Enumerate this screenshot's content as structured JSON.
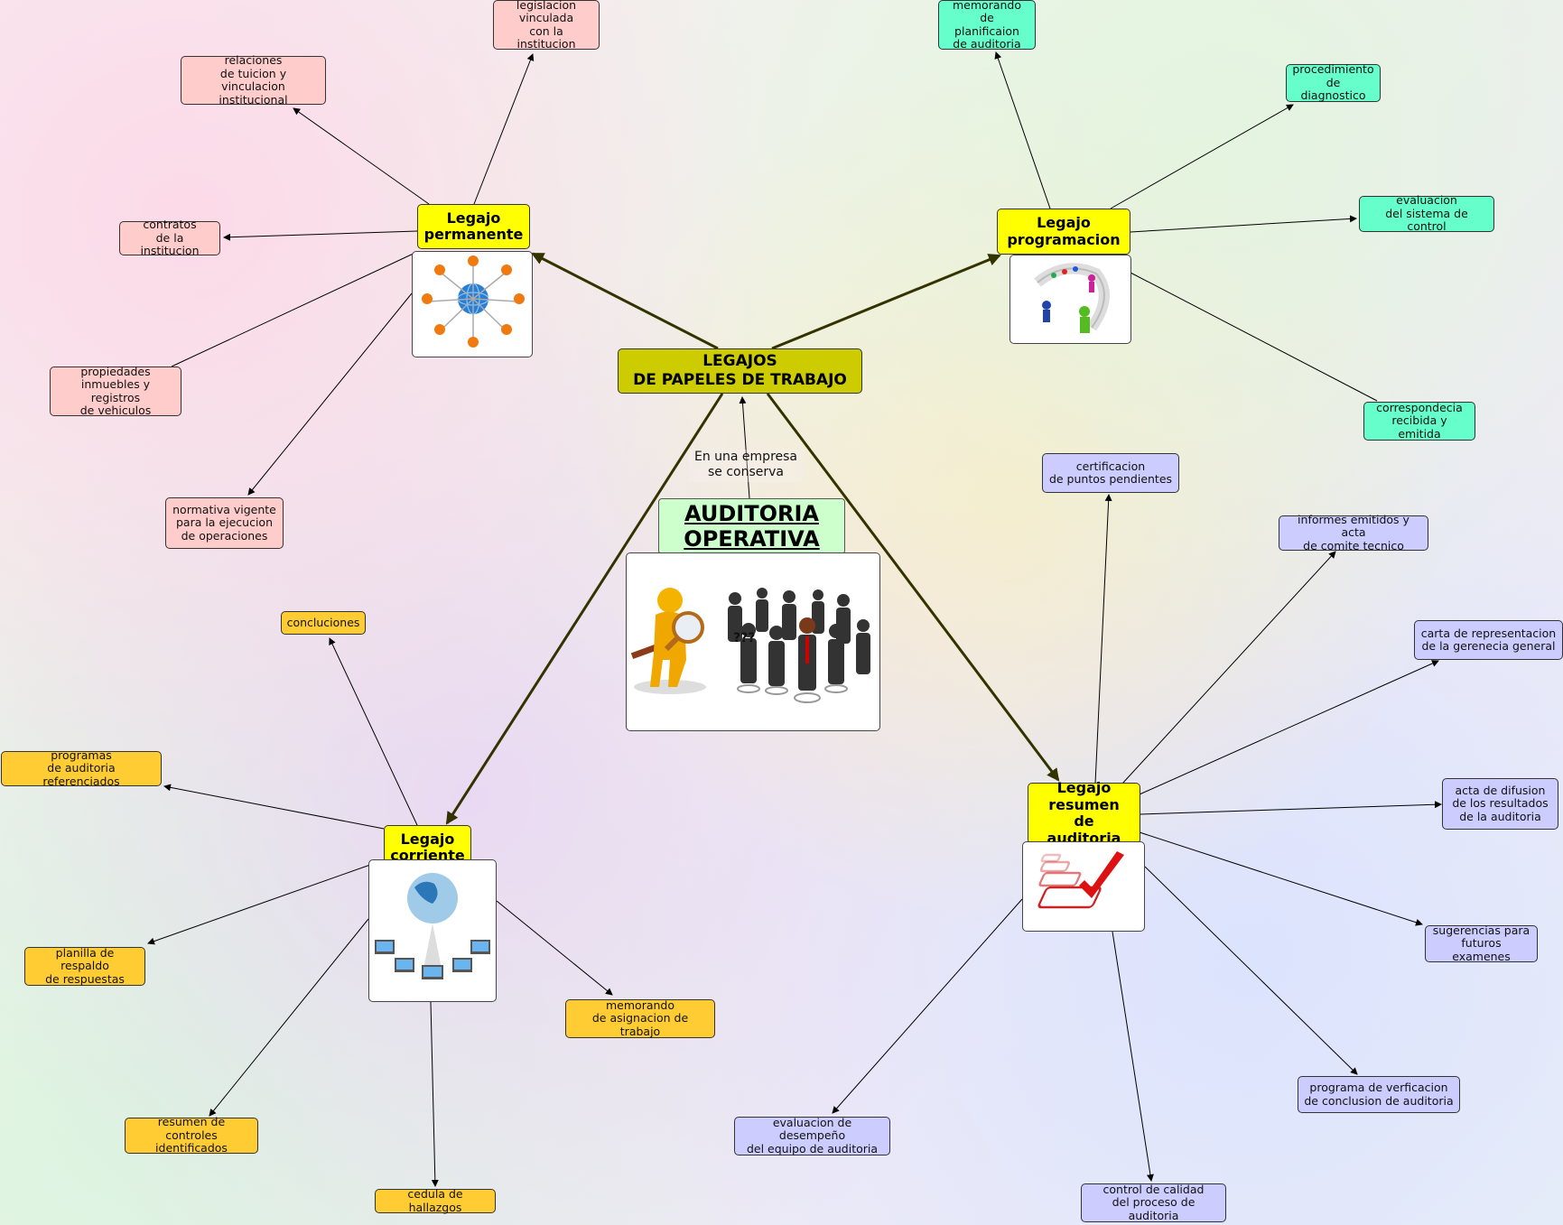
{
  "root": {
    "label": "LEGAJOS\nDE PAPELES DE TRABAJO"
  },
  "topic": {
    "label": "AUDITORIA \nOPERATIVA"
  },
  "link_label": "En una empresa\nse conserva",
  "hubs": {
    "permanente": "Legajo\npermanente",
    "programacion": "Legajo\nprogramacion",
    "corriente": "Legajo\ncorriente",
    "resumen": "Legajo\nresumen\nde auditoria"
  },
  "permanente_items": [
    "legislacion\nvinculada\ncon la institucion",
    "relaciones\nde tuicion y vinculacion\ninstitucional",
    "contratos\nde la institucion",
    "propiedades\ninmuebles y registros\nde vehiculos",
    "normativa vigente\npara la ejecucion\nde operaciones"
  ],
  "programacion_items": [
    "memorando de\nplanificaion\nde auditoria",
    "procedimiento\nde diagnostico",
    "evaluacion\ndel sistema de control",
    "correspondecia\nrecibida y emitida"
  ],
  "corriente_items": [
    "concluciones",
    "programas\nde auditoria referenciados",
    "planilla de respaldo\nde respuestas",
    "memorando\nde asignacion de trabajo",
    "resumen de controles\nidentificados",
    "cedula de hallazgos"
  ],
  "resumen_items": [
    "certificacion\nde puntos  pendientes",
    "informes emitidos y acta\nde comite tecnico",
    "carta de representacion\nde la gerenecia general",
    "acta de difusion\nde los resultados\nde la auditoria",
    "sugerencias para\nfuturos examenes",
    "programa de verficacion\nde conclusion de auditoria",
    "control de calidad\ndel proceso de auditoria",
    "evaluacion de desempeño\ndel equipo de auditoria"
  ],
  "colors": {
    "permanente": "#ffcccc",
    "programacion": "#66ffcc",
    "corriente": "#ffcc33",
    "resumen": "#ccccff",
    "hub": "#ffff00",
    "root": "#cccc00",
    "topic": "#ccffcc"
  },
  "images": {
    "permanente": "network-people-globe-icon",
    "programacion": "people-on-arrow-path-icon",
    "corriente": "globe-laptops-icon",
    "resumen": "checklist-checkmark-icon",
    "topic": "auditor-magnifier-crowd-icon"
  }
}
